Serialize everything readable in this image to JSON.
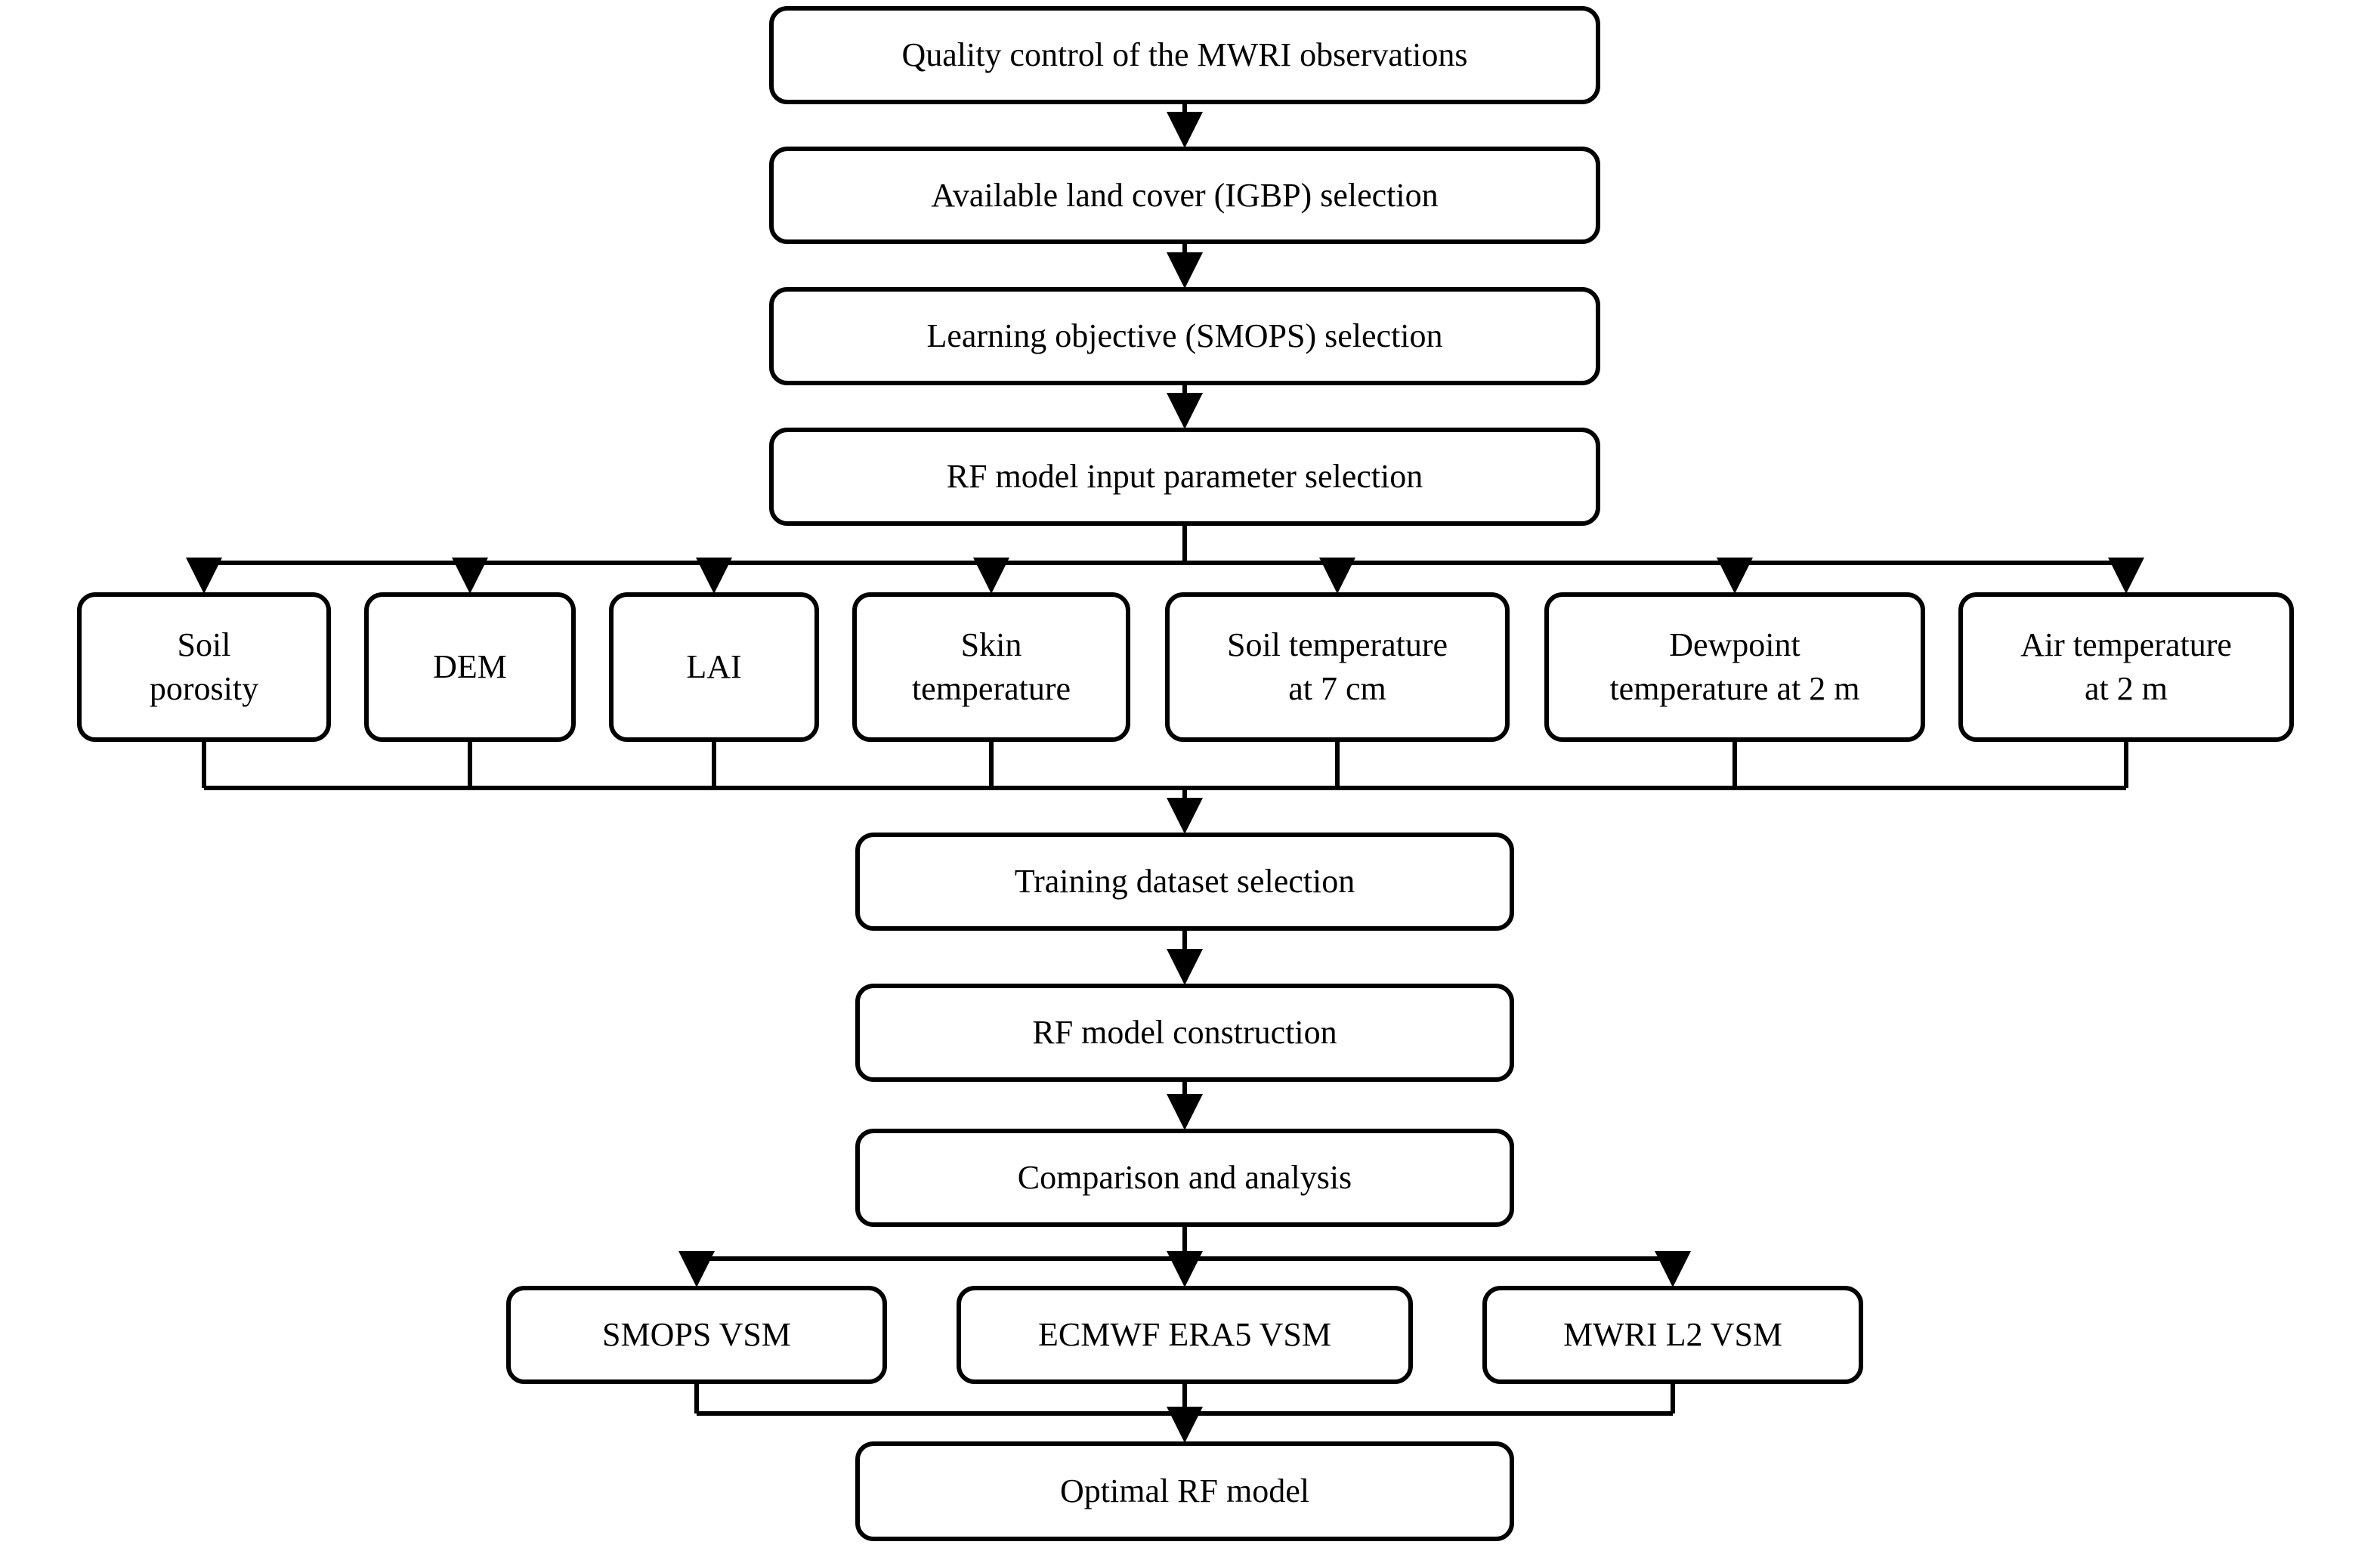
{
  "flowchart": {
    "step_quality_control": "Quality control of the MWRI observations",
    "step_land_cover": "Available land cover (IGBP) selection",
    "step_learning_objective": "Learning objective (SMOPS) selection",
    "step_input_parameters": "RF model input parameter selection",
    "inputs": [
      "Soil\nporosity",
      "DEM",
      "LAI",
      "Skin\ntemperature",
      "Soil temperature\nat 7 cm",
      "Dewpoint\ntemperature at 2 m",
      "Air temperature\nat 2 m"
    ],
    "step_training_dataset": "Training dataset selection",
    "step_model_construction": "RF model construction",
    "step_comparison": "Comparison and analysis",
    "products": [
      "SMOPS VSM",
      "ECMWF ERA5 VSM",
      "MWRI L2 VSM"
    ],
    "step_optimal_model": "Optimal RF model"
  }
}
